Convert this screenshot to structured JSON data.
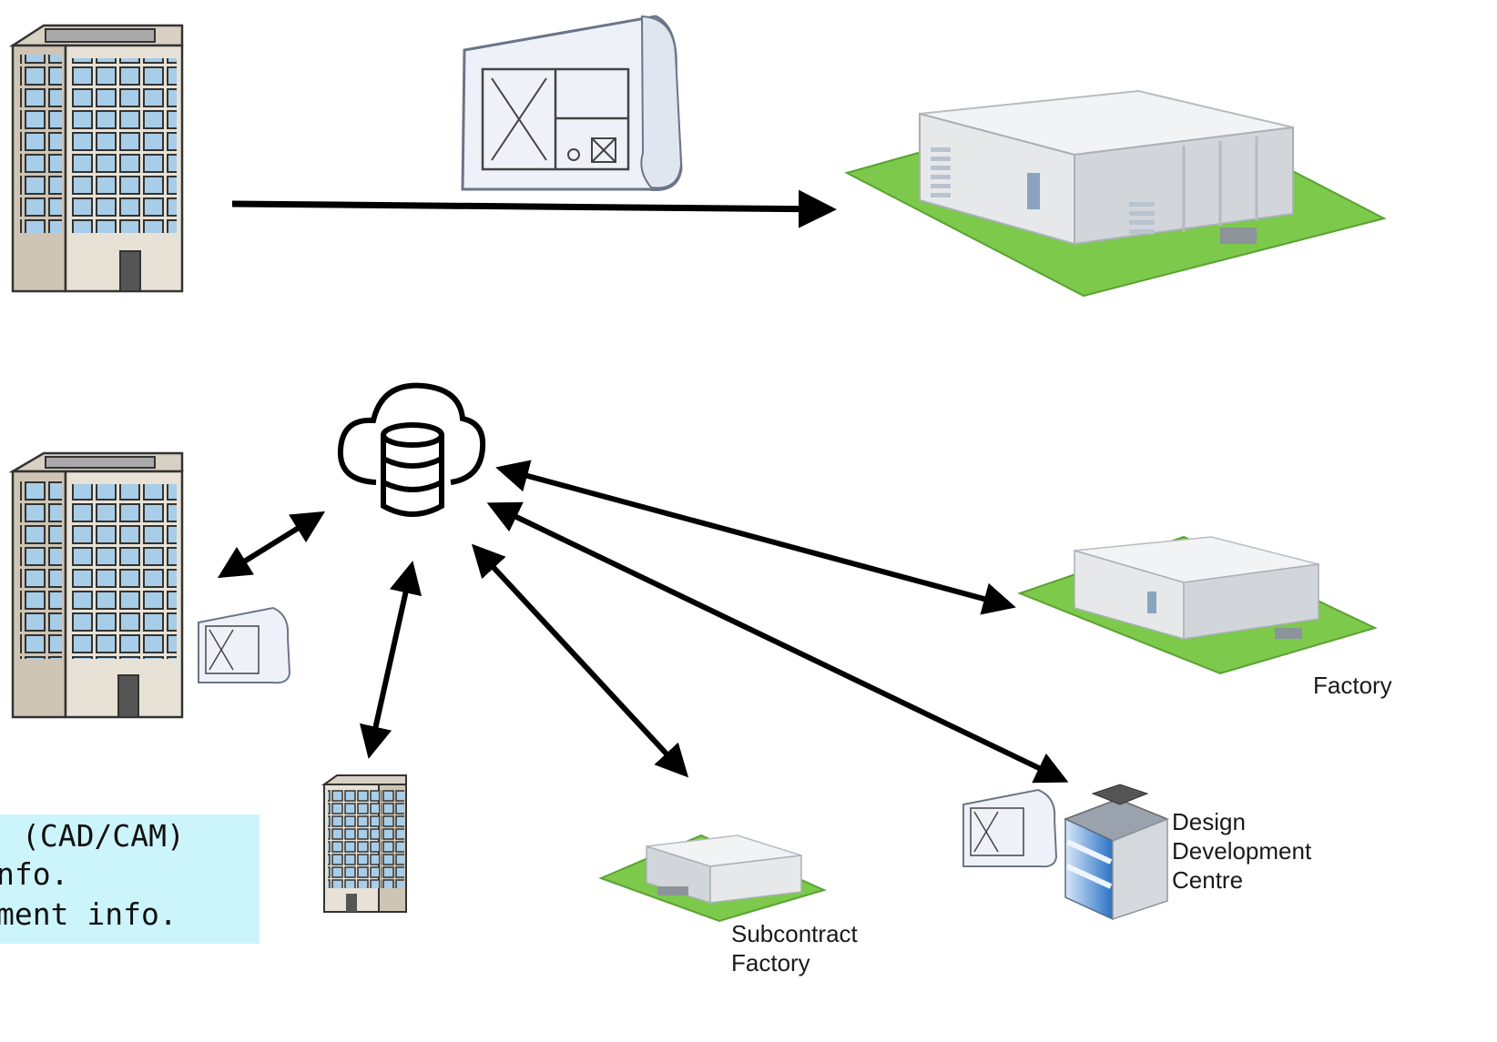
{
  "labels": {
    "factory": "Factory",
    "subcontract_factory": [
      "Subcontract",
      "Factory"
    ],
    "design_centre": [
      "Design",
      "Development",
      "Centre"
    ]
  },
  "info_box": {
    "lines": [
      "(CAD/CAM)",
      "nfo.",
      "ment info."
    ],
    "background": "#ccf5fb"
  },
  "colors": {
    "arrow": "#000000",
    "building_face": "#e8e2d6",
    "window": "#a8cde8",
    "lawn": "#7cc94c",
    "factory_wall": "#e9ebec"
  },
  "icons": [
    "office-building-icon",
    "blueprint-icon",
    "factory-icon",
    "cloud-database-icon",
    "office-tower-icon"
  ]
}
